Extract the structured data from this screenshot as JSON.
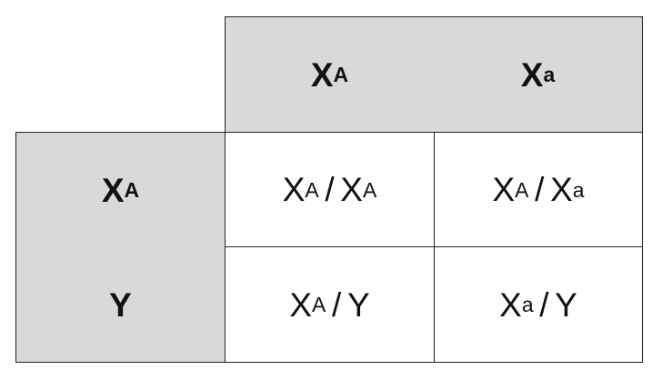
{
  "punnett_square": {
    "column_headers": [
      {
        "base": "X",
        "sup": "A"
      },
      {
        "base": "X",
        "sup": "a"
      }
    ],
    "row_headers": [
      {
        "base": "X",
        "sup": "A"
      },
      {
        "base": "Y",
        "sup": ""
      }
    ],
    "cells": [
      [
        {
          "a_base": "X",
          "a_sup": "A",
          "sep": "/",
          "b_base": "X",
          "b_sup": "A"
        },
        {
          "a_base": "X",
          "a_sup": "A",
          "sep": "/",
          "b_base": "X",
          "b_sup": "a"
        }
      ],
      [
        {
          "a_base": "X",
          "a_sup": "A",
          "sep": "/",
          "b_base": "Y",
          "b_sup": ""
        },
        {
          "a_base": "X",
          "a_sup": "a",
          "sep": "/",
          "b_base": "Y",
          "b_sup": ""
        }
      ]
    ],
    "colors": {
      "header_fill": "#d9d9d9",
      "cell_fill": "#ffffff",
      "border": "#222222"
    }
  }
}
